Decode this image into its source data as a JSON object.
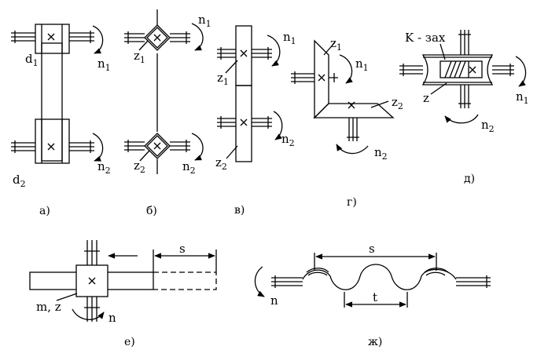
{
  "labels": {
    "d1": {
      "base": "d",
      "sub": "1"
    },
    "d2": {
      "base": "d",
      "sub": "2"
    },
    "n1": {
      "base": "n",
      "sub": "1"
    },
    "n2": {
      "base": "n",
      "sub": "2"
    },
    "z1": {
      "base": "z",
      "sub": "1"
    },
    "z2": {
      "base": "z",
      "sub": "2"
    },
    "K_zax": "K - зах",
    "z": "z",
    "s": "s",
    "t": "t",
    "n": "n",
    "mz": "m, z"
  },
  "captions": {
    "a": "а)",
    "b": "б)",
    "v": "в)",
    "g": "г)",
    "d": "д)",
    "e": "е)",
    "zh": "ж)"
  },
  "colors": {
    "stroke": "#000000",
    "background": "#ffffff"
  }
}
